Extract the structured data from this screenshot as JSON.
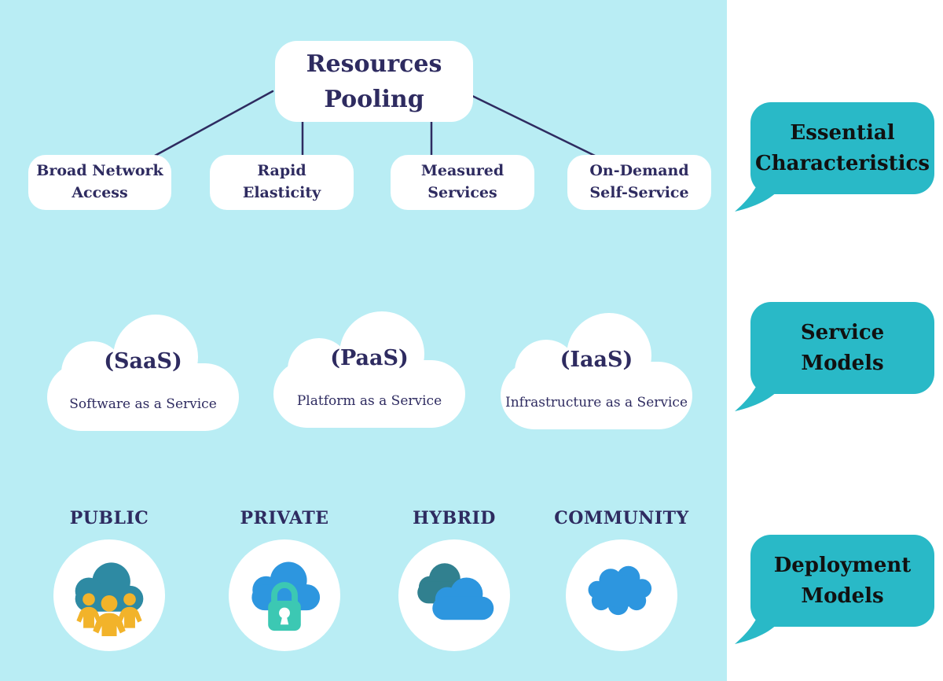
{
  "colors": {
    "background_cyan": "#b9edf4",
    "panel_white": "#ffffff",
    "node_fill": "#ffffff",
    "text_navy": "#2e2b60",
    "bubble_teal": "#29b9c7",
    "bubble_text": "#111111",
    "public_cloud_teal": "#2e8aa3",
    "people_yellow": "#f2b32a",
    "blue_cloud": "#2d96df",
    "hybrid_back_cloud": "#31808f",
    "lock_teal": "#3cc8b3"
  },
  "characteristics": {
    "root": {
      "line1": "Resources",
      "line2": "Pooling"
    },
    "items": [
      {
        "line1": "Broad Network",
        "line2": "Access"
      },
      {
        "line1": "Rapid",
        "line2": "Elasticity"
      },
      {
        "line1": "Measured",
        "line2": "Services"
      },
      {
        "line1": "On-Demand",
        "line2": "Self-Service"
      }
    ]
  },
  "service_models": [
    {
      "abbr": "(SaaS)",
      "full": "Software as a Service"
    },
    {
      "abbr": "(PaaS)",
      "full": "Platform as a Service"
    },
    {
      "abbr": "(IaaS)",
      "full": "Infrastructure as a Service"
    }
  ],
  "deployment_models": [
    {
      "label": "PUBLIC",
      "icon": "public-cloud-people-icon"
    },
    {
      "label": "PRIVATE",
      "icon": "private-cloud-lock-icon"
    },
    {
      "label": "HYBRID",
      "icon": "hybrid-two-clouds-icon"
    },
    {
      "label": "COMMUNITY",
      "icon": "community-cloud-icon"
    }
  ],
  "category_bubbles": [
    {
      "line1": "Essential",
      "line2": "Characteristics"
    },
    {
      "line1": "Service",
      "line2": "Models"
    },
    {
      "line1": "Deployment",
      "line2": "Models"
    }
  ]
}
